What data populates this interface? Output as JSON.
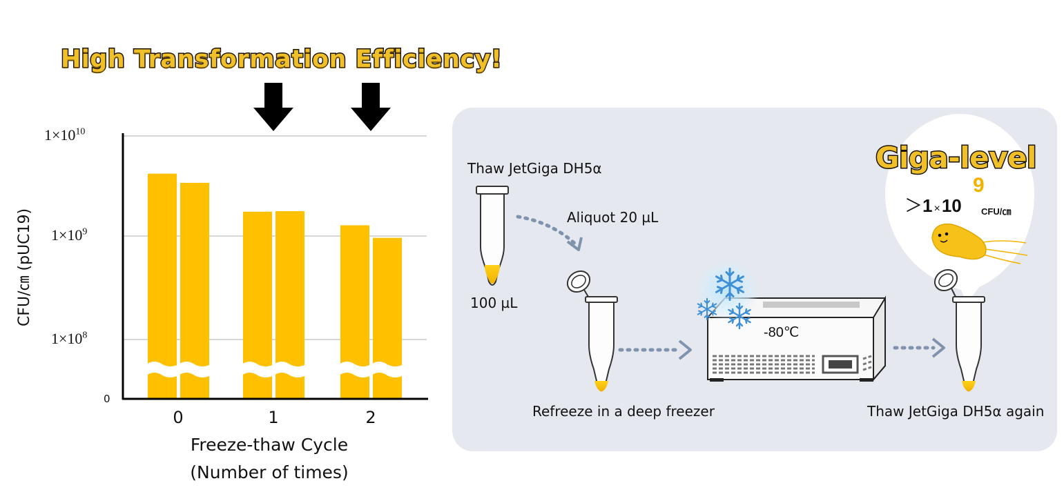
{
  "headline": "High Transformation Efficiency!",
  "chart_data": {
    "type": "bar",
    "title": "",
    "xlabel_line1": "Freeze-thaw Cycle",
    "xlabel_line2": "(Number of times)",
    "ylabel": "CFU/㎝ (pUC19)",
    "yscale": "log",
    "ylim": [
      100000000,
      10000000000
    ],
    "categories": [
      "0",
      "1",
      "2"
    ],
    "series": [
      {
        "values": [
          4200000000,
          1750000000,
          1280000000
        ]
      },
      {
        "values": [
          3400000000,
          1770000000,
          960000000
        ]
      }
    ],
    "bar_color": "#ffc000",
    "ytick_labels": [
      {
        "base": "1×10",
        "exp": "10",
        "value": 10000000000
      },
      {
        "base": "1×10",
        "exp": "9",
        "value": 1000000000
      },
      {
        "base": "1×10",
        "exp": "8",
        "value": 100000000
      }
    ],
    "ytick_zero": "0",
    "axis_break": true,
    "highlight_categories": [
      "1",
      "2"
    ],
    "grid": true
  },
  "workflow": {
    "step1_label": "Thaw JetGiga DH5α",
    "step1_volume": "100 µL",
    "aliquot_label": "Aliquot 20 µL",
    "step2_label": "Refreeze in a deep freezer",
    "freezer_temp": "-80℃",
    "step3_label": "Thaw JetGiga DH5α again",
    "bubble_title": "Giga-level",
    "bubble_prefix": "＞",
    "bubble_coef": "1",
    "bubble_times": "×",
    "bubble_base": "10",
    "bubble_exp": "9",
    "bubble_unit": "CFU/㎝",
    "accent_color": "#f0b400",
    "panel_color": "#e5e8ef"
  }
}
